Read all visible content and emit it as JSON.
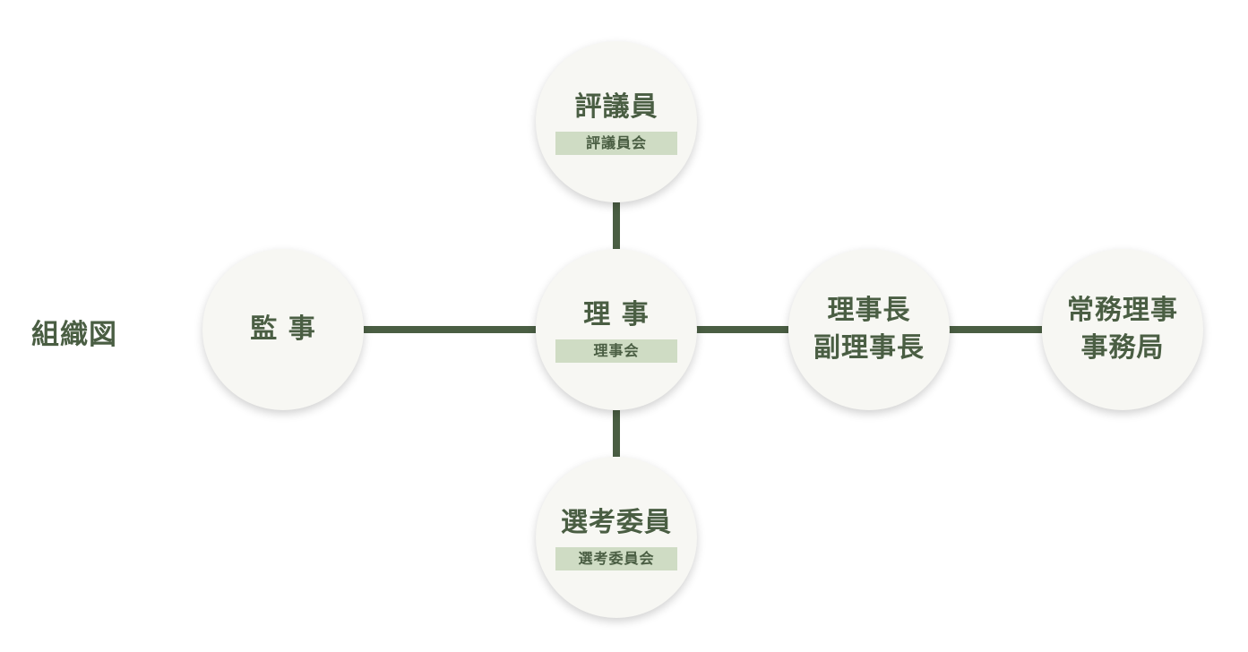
{
  "page": {
    "title": "組織図"
  },
  "colors": {
    "primary": "#4a5e43",
    "node_fill": "#f7f7f3",
    "subtitle_band": "#cfdcc4"
  },
  "nodes": {
    "hyogiin": {
      "title": "評議員",
      "subtitle": "評議員会"
    },
    "kanji": {
      "title": "監 事"
    },
    "riji": {
      "title": "理 事",
      "subtitle": "理事会"
    },
    "rijicho": {
      "title": "理事長\n副理事長"
    },
    "jomu": {
      "title": "常務理事\n事務局"
    },
    "senko": {
      "title": "選考委員",
      "subtitle": "選考委員会"
    }
  }
}
